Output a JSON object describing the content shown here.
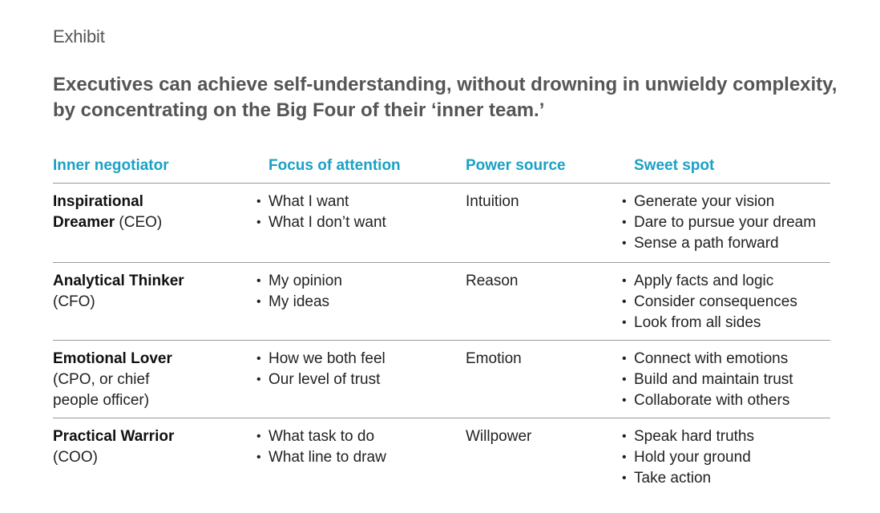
{
  "exhibit_label": "Exhibit",
  "headline": "Executives can achieve self-understanding, without drowning in unwieldy complexity, by concentrating on the Big Four of their ‘inner team.’",
  "table": {
    "headers": [
      "Inner negotiator",
      "Focus of attention",
      "Power source",
      "Sweet spot"
    ],
    "rows": [
      {
        "name": "Inspirational Dreamer",
        "role": "(CEO)",
        "focus": [
          "What I want",
          "What I don’t want"
        ],
        "power": "Intuition",
        "sweet": [
          "Generate your vision",
          "Dare to pursue your dream",
          "Sense a path forward"
        ]
      },
      {
        "name": "Analytical Thinker",
        "role": "(CFO)",
        "focus": [
          "My opinion",
          "My ideas"
        ],
        "power": "Reason",
        "sweet": [
          "Apply facts and logic",
          "Consider consequences",
          "Look from all sides"
        ]
      },
      {
        "name": "Emotional Lover",
        "role": "(CPO, or chief people officer)",
        "focus": [
          "How we both feel",
          "Our level of trust"
        ],
        "power": "Emotion",
        "sweet": [
          "Connect with emotions",
          "Build and maintain trust",
          "Collaborate with others"
        ]
      },
      {
        "name": "Practical Warrior",
        "role": "(COO)",
        "focus": [
          "What task to do",
          "What line to draw"
        ],
        "power": "Willpower",
        "sweet": [
          "Speak hard truths",
          "Hold your ground",
          "Take action"
        ]
      }
    ]
  },
  "colors": {
    "header_accent": "#1aa1c6",
    "title_gray": "#555555",
    "rule_gray": "#9a9a9a"
  }
}
